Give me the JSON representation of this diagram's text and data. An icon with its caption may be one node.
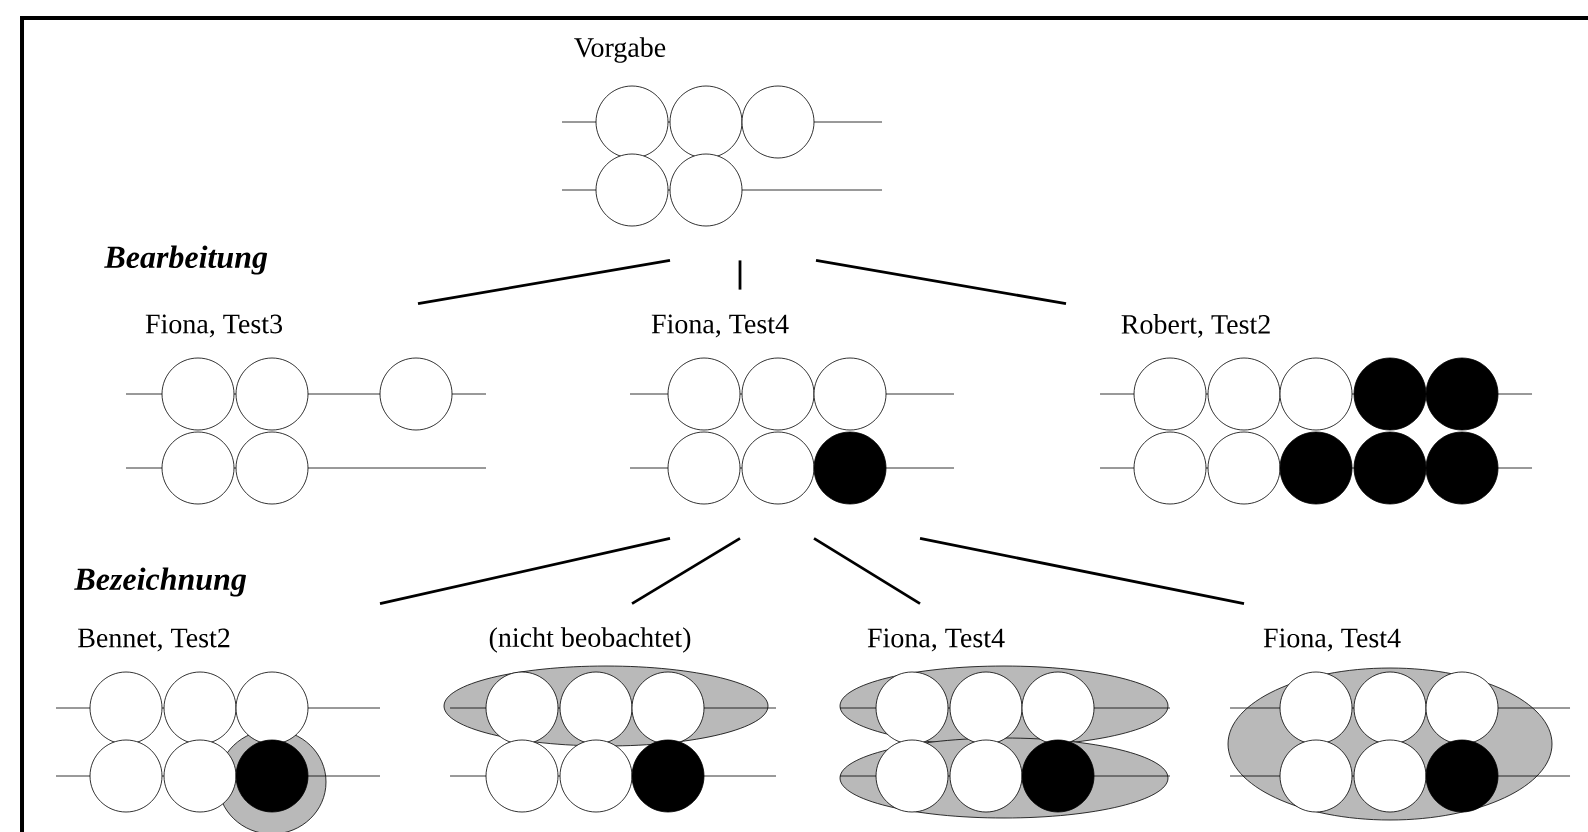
{
  "diagram": {
    "nodes": [
      {
        "text": [
          "Vorgabe"
        ]
      },
      {
        "text": [
          "Fiona, Test3"
        ]
      },
      {
        "text": [
          "Fiona, Test4"
        ]
      },
      {
        "text": [
          "Robert, Test2"
        ]
      },
      {
        "text": [
          "Bennet, Test2"
        ]
      },
      {
        "text": [
          "(nicht beobachtet)"
        ]
      },
      {
        "text": [
          "Fiona, Test4"
        ]
      },
      {
        "text": [
          "Fiona, Test4"
        ]
      }
    ],
    "edges": [
      {
        "from": 0,
        "to": 1,
        "arrow": "none"
      },
      {
        "from": 0,
        "to": 2,
        "arrow": "none"
      },
      {
        "from": 0,
        "to": 3,
        "arrow": "none"
      },
      {
        "from": 2,
        "to": 4,
        "arrow": "none"
      },
      {
        "from": 2,
        "to": 5,
        "arrow": "none"
      },
      {
        "from": 2,
        "to": 6,
        "arrow": "none"
      },
      {
        "from": 2,
        "to": 7,
        "arrow": "none"
      }
    ],
    "labels": [
      "Bearbeitung",
      "Bezeichnung"
    ]
  }
}
